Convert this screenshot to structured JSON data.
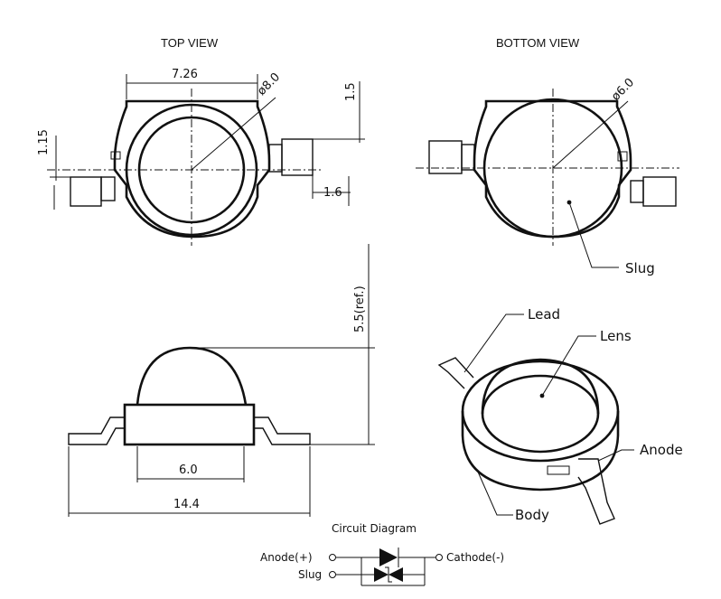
{
  "views": {
    "top_view_title": "TOP VIEW",
    "bottom_view_title": "BOTTOM VIEW"
  },
  "dimensions": {
    "width": "7.26",
    "lens_diameter": "ø8.0",
    "height_1_15": "1.15",
    "height_1_5": "1.5",
    "lead_1_6": "1.6",
    "slug_diameter": "ø6.0",
    "height_ref": "5.5(ref.)",
    "body_width": "6.0",
    "overall_length": "14.4"
  },
  "labels": {
    "slug": "Slug",
    "lead": "Lead",
    "lens": "Lens",
    "anode": "Anode",
    "body": "Body"
  },
  "circuit": {
    "title": "Circuit Diagram",
    "anode": "Anode(+)",
    "cathode": "Cathode(-)",
    "slug": "Slug"
  }
}
